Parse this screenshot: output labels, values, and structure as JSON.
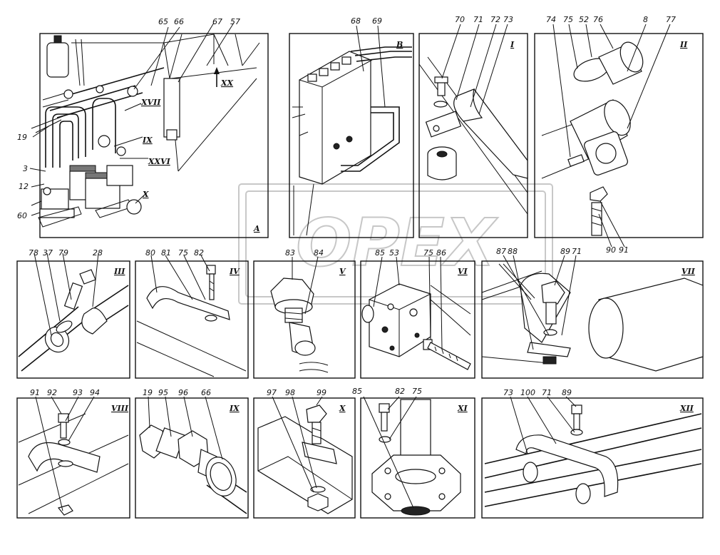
{
  "watermark": "OPEX",
  "panels": [
    {
      "id": "A",
      "label": "A",
      "callouts": [
        "65",
        "66",
        "67",
        "57",
        "19",
        "3",
        "12",
        "60"
      ],
      "views": [
        "XVII",
        "IX",
        "XXVI",
        "X",
        "XX"
      ]
    },
    {
      "id": "B",
      "label": "B",
      "callouts": [
        "68",
        "69"
      ]
    },
    {
      "id": "I",
      "label": "I",
      "callouts": [
        "70",
        "71",
        "72",
        "73"
      ]
    },
    {
      "id": "II",
      "label": "II",
      "callouts": [
        "74",
        "75",
        "52",
        "76",
        "8",
        "77",
        "90",
        "91"
      ]
    },
    {
      "id": "III",
      "label": "III",
      "callouts": [
        "78",
        "37",
        "79",
        "28"
      ]
    },
    {
      "id": "IV",
      "label": "IV",
      "callouts": [
        "80",
        "81",
        "75",
        "82"
      ]
    },
    {
      "id": "V",
      "label": "V",
      "callouts": [
        "83",
        "84"
      ]
    },
    {
      "id": "VI",
      "label": "VI",
      "callouts": [
        "85",
        "53",
        "75",
        "86"
      ]
    },
    {
      "id": "VII",
      "label": "VII",
      "callouts": [
        "87",
        "88",
        "89",
        "71"
      ]
    },
    {
      "id": "VIII",
      "label": "VIII",
      "callouts": [
        "91",
        "92",
        "93",
        "94"
      ]
    },
    {
      "id": "IX",
      "label": "IX",
      "callouts": [
        "19",
        "95",
        "96",
        "66"
      ]
    },
    {
      "id": "X",
      "label": "X",
      "callouts": [
        "97",
        "98",
        "99"
      ]
    },
    {
      "id": "XI",
      "label": "XI",
      "callouts": [
        "85",
        "82",
        "75"
      ]
    },
    {
      "id": "XII",
      "label": "XII",
      "callouts": [
        "73",
        "100",
        "71",
        "89"
      ]
    }
  ]
}
